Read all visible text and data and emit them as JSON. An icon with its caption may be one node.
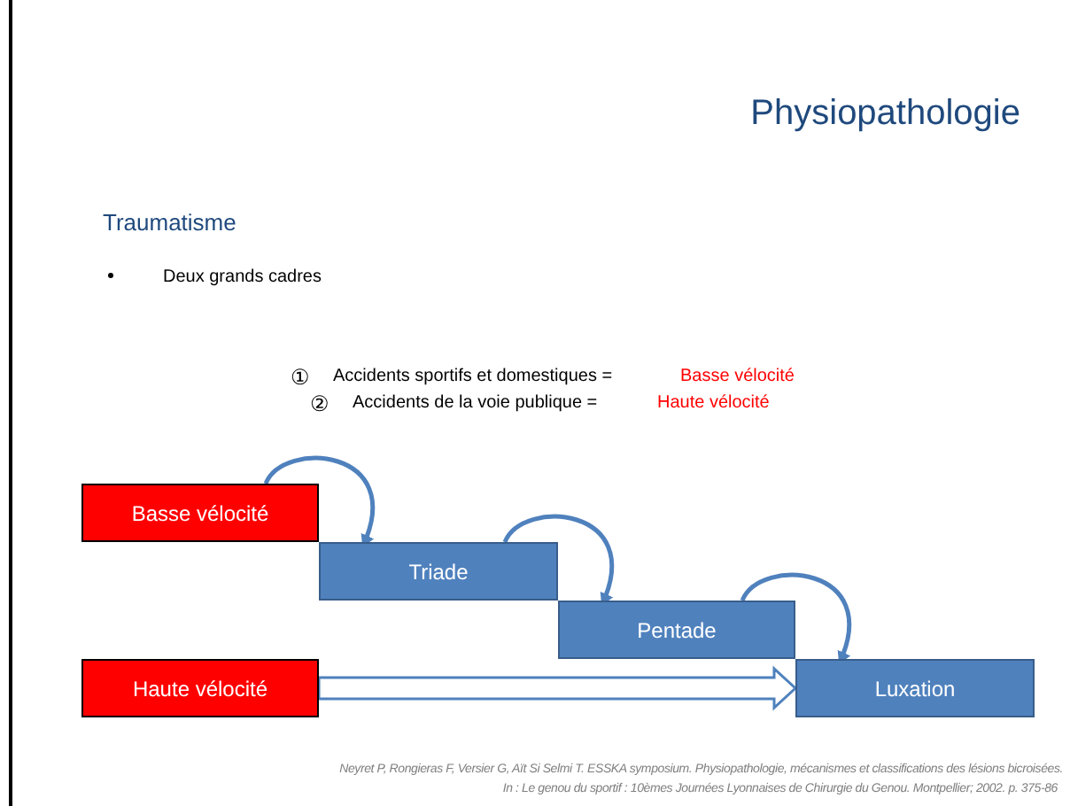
{
  "diagram": {
    "title": "Physiopathologie",
    "nodes": [
      {
        "text": [
          "Basse vélocité"
        ]
      },
      {
        "text": [
          "Triade"
        ]
      },
      {
        "text": [
          "Pentade"
        ]
      },
      {
        "text": [
          "Haute vélocité"
        ]
      },
      {
        "text": [
          "Luxation"
        ]
      }
    ],
    "edges": [
      {
        "from": 0,
        "to": 1,
        "arrow": "to"
      },
      {
        "from": 1,
        "to": 2,
        "arrow": "to"
      },
      {
        "from": 2,
        "to": 4,
        "arrow": "to"
      },
      {
        "from": 3,
        "to": 4,
        "arrow": "to",
        "style": "thick"
      }
    ],
    "labels": [
      "Traumatisme",
      "Deux grands cadres",
      "①",
      "Accidents sportifs et domestiques =",
      "Basse vélocité",
      "②",
      "Accidents de la voie publique =",
      "Haute vélocité",
      "Neyret P, Rongieras F, Versier G, Aït Si Selmi T. ESSKA symposium. Physiopathologie, mécanismes et classifications des lésions bicroisées.",
      "In : Le genou du sportif : 10èmes Journées Lyonnaises de Chirurgie du Genou. Montpellier; 2002. p. 375-86"
    ]
  }
}
